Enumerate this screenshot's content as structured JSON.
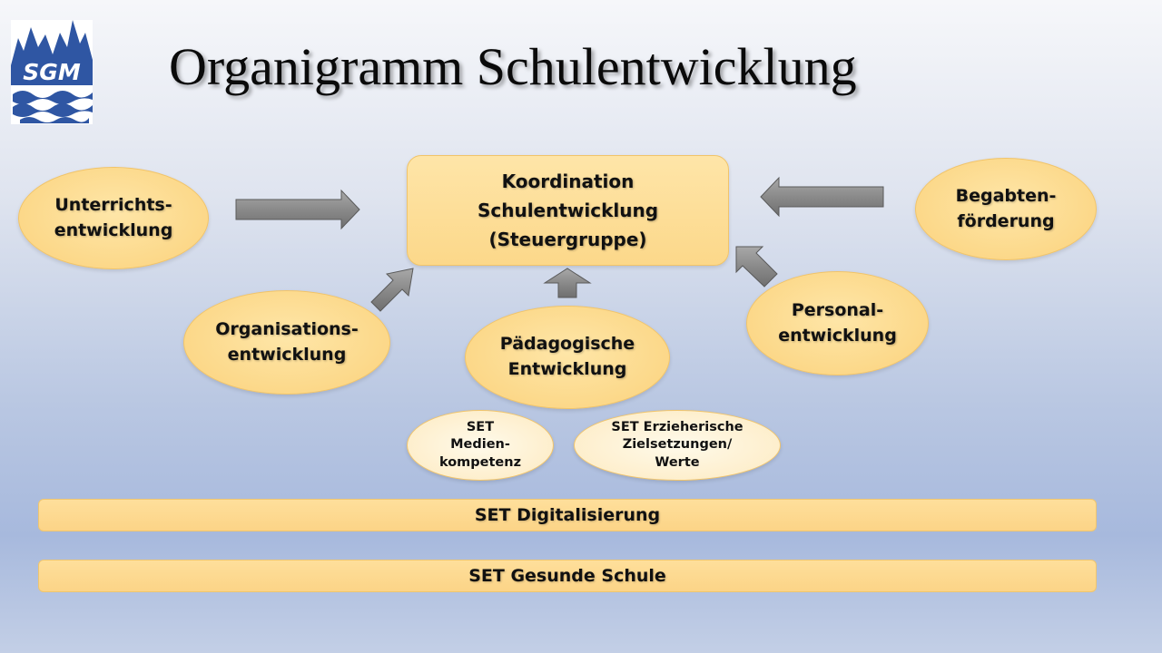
{
  "title": "Organigramm Schulentwicklung",
  "logo": {
    "text": "SGM",
    "icon": "school-logo"
  },
  "center": {
    "label": "Koordination\nSchulentwicklung\n(Steuergruppe)"
  },
  "nodes": {
    "unterricht": "Unterrichts-\nentwicklung",
    "begabten": "Begabten-\nförderung",
    "organisation": "Organisations-\nentwicklung",
    "paedagogisch": "Pädagogische\nEntwicklung",
    "personal": "Personal-\nentwicklung",
    "set_medien": "SET\nMedien-\nkompetenz",
    "set_werte": "SET Erzieherische\nZielsetzungen/\nWerte"
  },
  "bars": {
    "digital": "SET Digitalisierung",
    "gesund": "SET Gesunde Schule"
  },
  "colors": {
    "node_fill": "#fcd889",
    "node_border": "#f1c46a",
    "small_node_fill": "#fdedc9",
    "arrow_fill": "#8c8c8c",
    "logo_blue": "#2f56a3"
  }
}
